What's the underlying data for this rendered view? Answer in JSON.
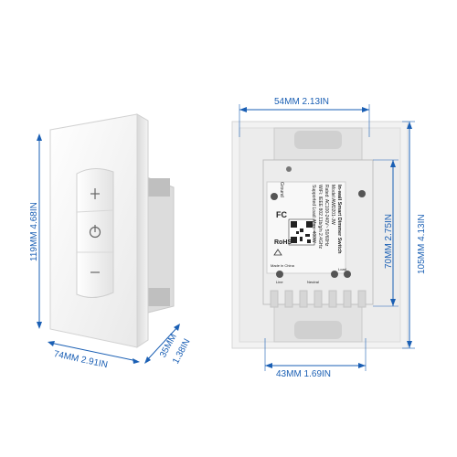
{
  "left_dims": {
    "height": "119MM  4.68IN",
    "width": "74MM  2.91IN",
    "depth_mm": "35MM",
    "depth_in": "1.38IN"
  },
  "right_dims": {
    "top_width": "54MM  2.13IN",
    "bottom_width": "43MM 1.69IN",
    "inner_height": "70MM  2.75IN",
    "outer_height": "105MM  4.13IN"
  },
  "label": {
    "ground": "Ground",
    "title": "In-wall Smart Dimmer Switch",
    "model": "Model:AWD201-JW",
    "rated": "Rated: AC100-240V~ 50/60Hz",
    "wifi": "WiFi: IEEE 802.11b/g/n 2.4GHz",
    "load": "Supported Load: Max. 400W",
    "fcc": "FC",
    "rohs": "RoHS",
    "line": "Line",
    "neutral": "Neutral",
    "load_term": "Load",
    "made": "Made in China"
  },
  "colors": {
    "dimension": "#1a5fb4",
    "plate": "#f4f4f4",
    "body": "#e6e6e6"
  }
}
